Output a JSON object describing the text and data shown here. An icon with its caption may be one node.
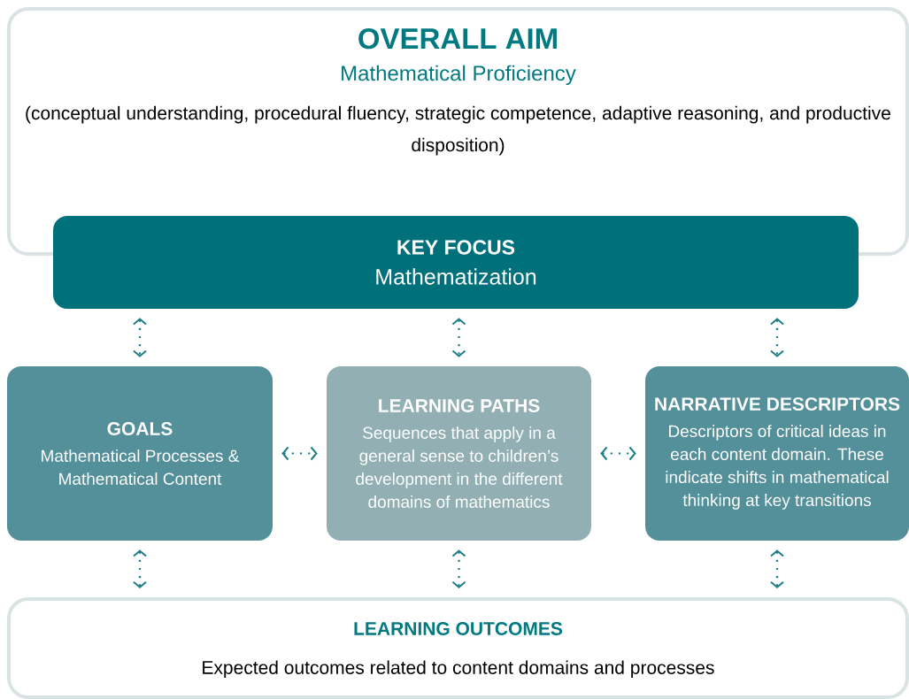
{
  "diagram": {
    "nodes": [
      {
        "text": [
          "OVERALL AIM",
          "Mathematical Proficiency",
          "(conceptual understanding, procedural fluency, strategic competence, adaptive reasoning, and productive disposition)"
        ]
      },
      {
        "text": [
          "KEY FOCUS",
          "Mathematization"
        ]
      },
      {
        "text": [
          "GOALS",
          "Mathematical Processes & Mathematical Content"
        ]
      },
      {
        "text": [
          "LEARNING PATHS",
          "Sequences that apply in a general sense to children’s development in the different domains of mathematics"
        ]
      },
      {
        "text": [
          "NARRATIVE DESCRIPTORS",
          "Descriptors of critical ideas in each content domain. These indicate shifts in mathematical thinking at key transitions"
        ]
      },
      {
        "text": [
          "LEARNING OUTCOMES",
          "Expected outcomes related to content domains and processes"
        ]
      }
    ],
    "edges": [
      {
        "from": 1,
        "to": 2,
        "arrow": "both"
      },
      {
        "from": 1,
        "to": 3,
        "arrow": "both"
      },
      {
        "from": 1,
        "to": 4,
        "arrow": "both"
      },
      {
        "from": 2,
        "to": 3,
        "arrow": "both"
      },
      {
        "from": 3,
        "to": 4,
        "arrow": "both"
      },
      {
        "from": 2,
        "to": 5,
        "arrow": "both"
      },
      {
        "from": 3,
        "to": 5,
        "arrow": "both"
      },
      {
        "from": 4,
        "to": 5,
        "arrow": "both"
      }
    ]
  }
}
